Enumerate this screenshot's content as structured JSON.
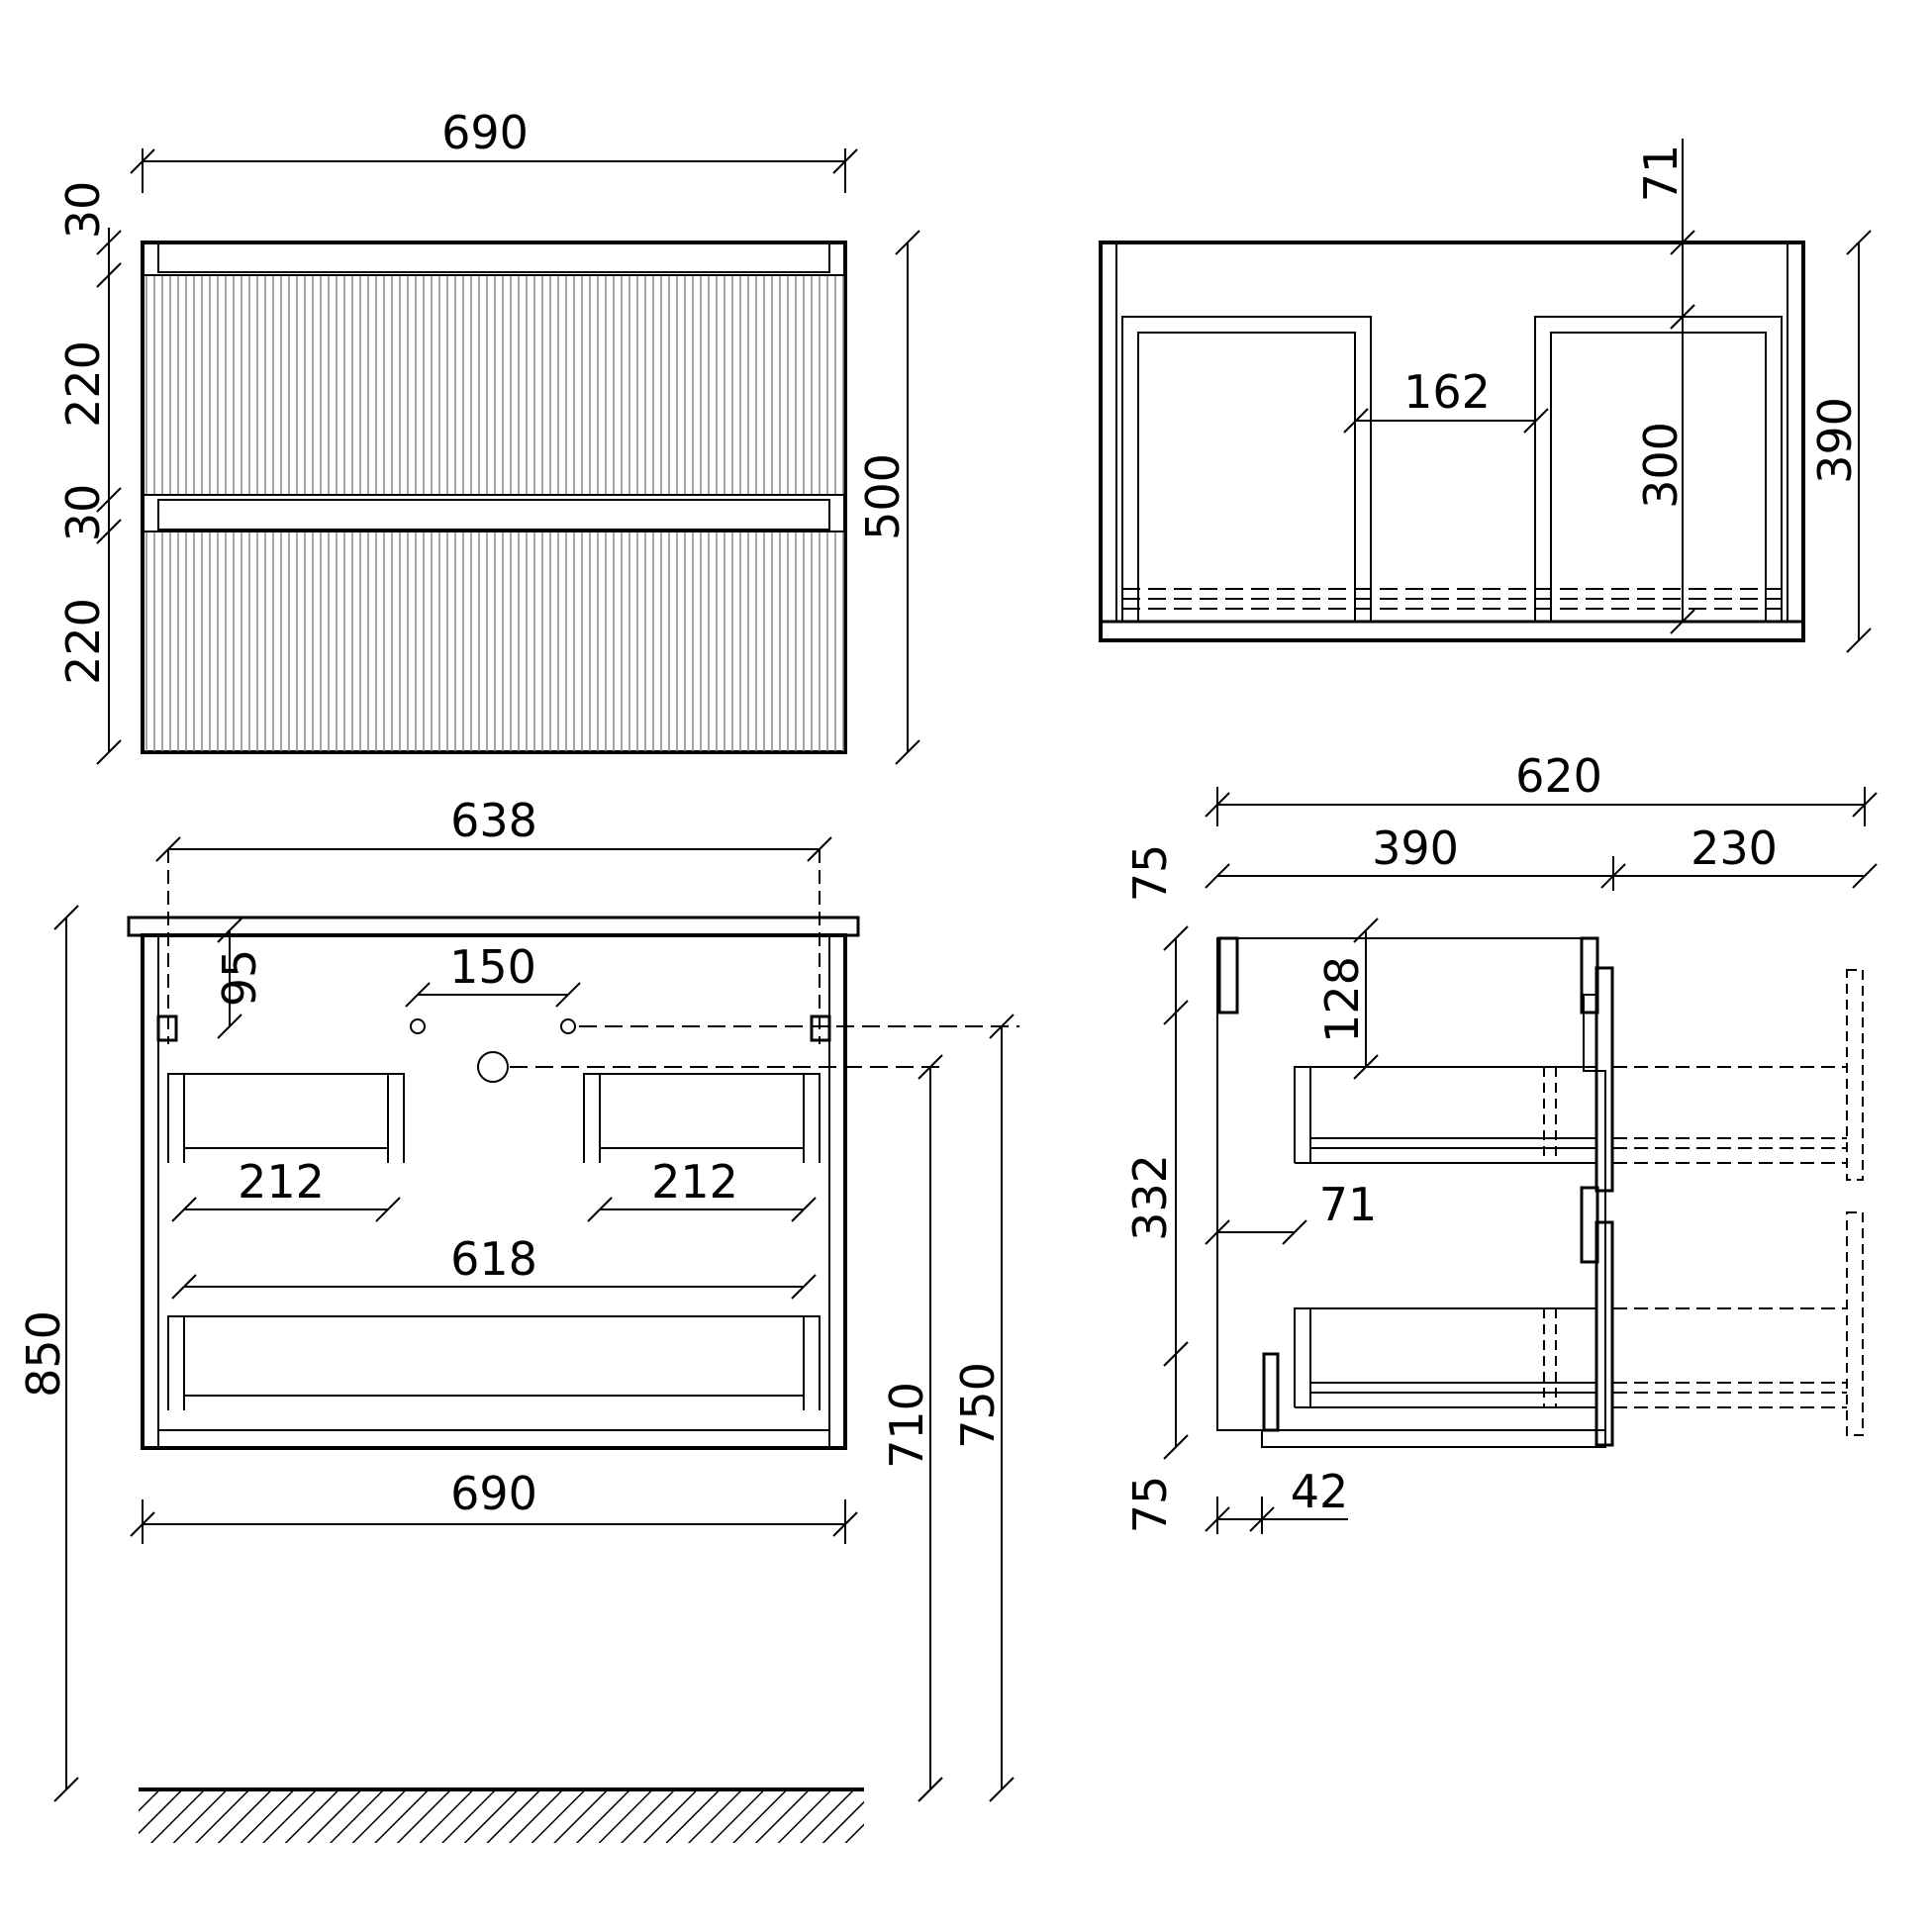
{
  "front_view": {
    "width_top": "690",
    "height_total": "500",
    "gap_top": "30",
    "drawer_top": "220",
    "gap_mid": "30",
    "drawer_bottom": "220"
  },
  "top_view": {
    "offset_top": "71",
    "spacing_inner": "162",
    "depth_inner": "300",
    "depth_total": "390"
  },
  "back_view": {
    "mount_span": "638",
    "mount_offset": "95",
    "drain_spacing": "150",
    "opening_left": "212",
    "opening_right": "212",
    "opening_bottom": "618",
    "width_bottom": "690",
    "height_floor_total": "850",
    "height_drain": "710",
    "height_mount": "750"
  },
  "side_view": {
    "depth_total": "620",
    "depth_body": "390",
    "drawer_travel": "230",
    "gap_top": "75",
    "handle_depth": "128",
    "body_height": "332",
    "drawer_inset": "71",
    "gap_bottom": "75",
    "panel_thickness": "42"
  },
  "colors": {
    "stroke": "#000000",
    "background": "#ffffff"
  }
}
